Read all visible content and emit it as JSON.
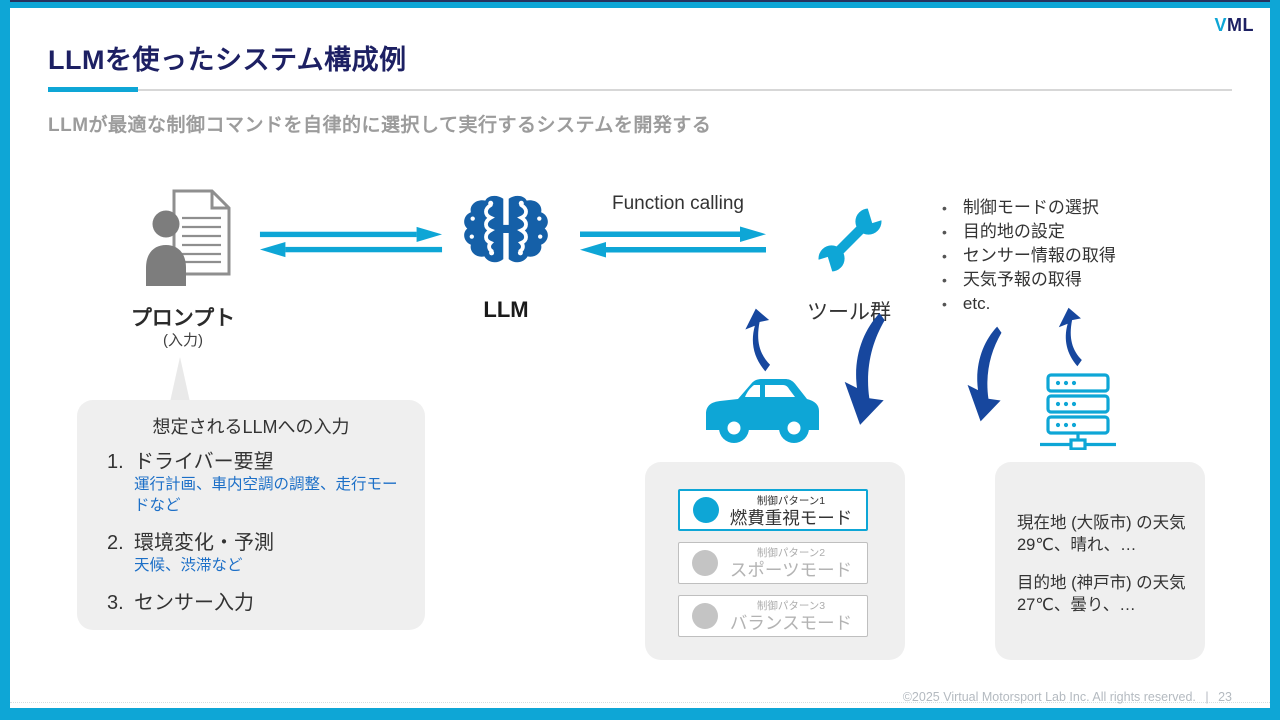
{
  "logo": {
    "v": "V",
    "ml": "ML"
  },
  "header": {
    "title": "LLMを使ったシステム構成例",
    "subtitle": "LLMが最適な制御コマンドを自律的に選択して実行するシステムを開発する"
  },
  "flow": {
    "prompt_label": "プロンプト",
    "prompt_sublabel": "(入力)",
    "llm_label": "LLM",
    "function_calling_label": "Function calling",
    "tools_label": "ツール群"
  },
  "tool_capabilities": {
    "items": [
      "制御モードの選択",
      "目的地の設定",
      "センサー情報の取得",
      "天気予報の取得",
      "etc."
    ]
  },
  "llm_input_bubble": {
    "title": "想定されるLLMへの入力",
    "items": [
      {
        "num": "1.",
        "label": "ドライバー要望",
        "note": "運行計画、車内空調の調整、走行モードなど"
      },
      {
        "num": "2.",
        "label": "環境変化・予測",
        "note": "天候、渋滞など"
      },
      {
        "num": "3.",
        "label": "センサー入力",
        "note": ""
      }
    ]
  },
  "control_patterns": {
    "options": [
      {
        "tag": "制御パターン1",
        "label": "燃費重視モード",
        "selected": true
      },
      {
        "tag": "制御パターン2",
        "label": "スポーツモード",
        "selected": false
      },
      {
        "tag": "制御パターン3",
        "label": "バランスモード",
        "selected": false
      }
    ]
  },
  "weather_panel": {
    "current_title": "現在地 (大阪市) の天気",
    "current_value": "29℃、晴れ、…",
    "destination_title": "目的地 (神戸市) の天気",
    "destination_value": "27℃、曇り、…"
  },
  "footer": {
    "copyright": "©2025 Virtual Motorsport Lab Inc. All rights reserved.",
    "separator": "|",
    "page": "23"
  },
  "colors": {
    "accent_cyan": "#0EA6D6",
    "title_navy": "#1D2063",
    "arrow_navy": "#17479E",
    "brain_blue": "#1560A8",
    "icon_gray": "#7D7D7D",
    "panel_gray": "#EFEFEF",
    "note_blue": "#1C6FC7"
  }
}
